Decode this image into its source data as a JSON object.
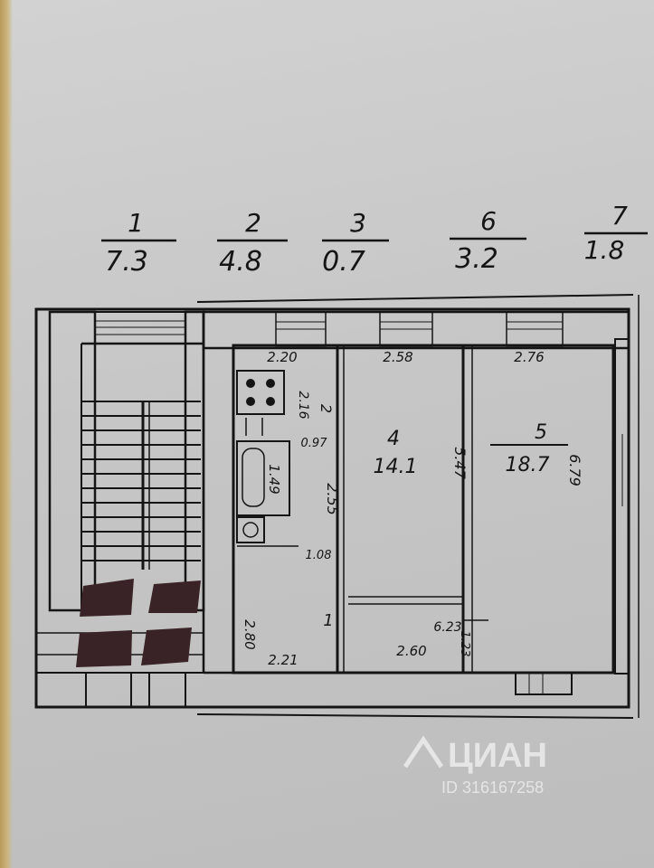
{
  "header_areas": [
    {
      "num": "1",
      "area": "7.3"
    },
    {
      "num": "2",
      "area": "4.8"
    },
    {
      "num": "3",
      "area": "0.7"
    },
    {
      "num": "6",
      "area": "3.2"
    },
    {
      "num": "7",
      "area": "1.8"
    }
  ],
  "rooms": [
    {
      "num": "4",
      "area": "14.1"
    },
    {
      "num": "5",
      "area": "18.7"
    }
  ],
  "dimensions": {
    "top_left": "2.20",
    "top_mid": "2.58",
    "top_right": "2.76",
    "kitchen_side": "2.16",
    "kitchen_label": "2",
    "bath_width": "0.97",
    "bath_area": "1.49",
    "hall_side": "2.55",
    "room4_side": "5.47",
    "room5_side": "6.79",
    "corridor": "1.08",
    "entry_side": "2.80",
    "entry_label": "1",
    "bottom_left": "2.21",
    "bottom_mid": "2.60",
    "closet_side": "1.23",
    "closet_label": "6.23"
  },
  "watermark": {
    "brand": "ЦИАН",
    "id": "ID 316167258"
  },
  "colors": {
    "paper": "#c9c9c9",
    "ink": "#151515",
    "stair_fill": "#3a2326"
  }
}
